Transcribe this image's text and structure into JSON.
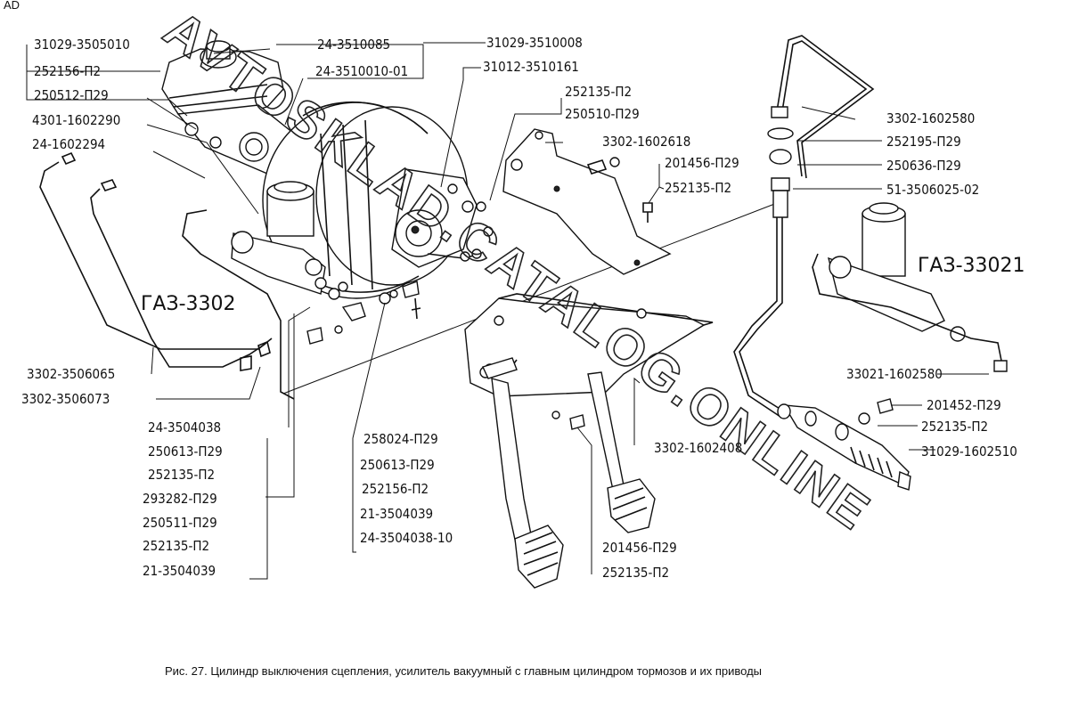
{
  "labels": {
    "l01": "31029-3505010",
    "l02": "252156-П2",
    "l03": "250512-П29",
    "l04": "4301-1602290",
    "l05": "24-1602294",
    "l06": "24-3510085",
    "l07": "24-3510010-01",
    "l08": "31029-3510008",
    "l09": "31012-3510161",
    "l10": "252135-П2",
    "l11": "250510-П29",
    "l12": "3302-1602618",
    "l13": "201456-П29",
    "l14": "252135-П2",
    "l15": "3302-1602580",
    "l16": "252195-П29",
    "l17": "250636-П29",
    "l18": "51-3506025-02",
    "l19": "33021-1602580",
    "l20": "201452-П29",
    "l21": "252135-П2",
    "l22": "31029-1602510",
    "l23": "3302-1602408",
    "l24": "201456-П29",
    "l25": "252135-П2",
    "l26": "258024-П29",
    "l27": "250613-П29",
    "l28": "252156-П2",
    "l29": "21-3504039",
    "l30": "24-3504038-10",
    "l31": "3302-3506065",
    "l32": "3302-3506073",
    "l33": "24-3504038",
    "l34": "250613-П29",
    "l35": "252135-П2",
    "l36": "293282-П29",
    "l37": "250511-П29",
    "l38": "252135-П2",
    "l39": "21-3504039"
  },
  "model_labels": {
    "left": "ГАЗ-3302",
    "right": "ГАЗ-33021"
  },
  "caption": "Рис. 27. Цилиндр выключения  сцепления, усилитель вакуумный с главным цилиндром тормозов и их приводы",
  "watermark": {
    "text": "AVTOSKLAD.CATALOG.ONLINE",
    "color": "#222222"
  },
  "page_marker": "AD"
}
